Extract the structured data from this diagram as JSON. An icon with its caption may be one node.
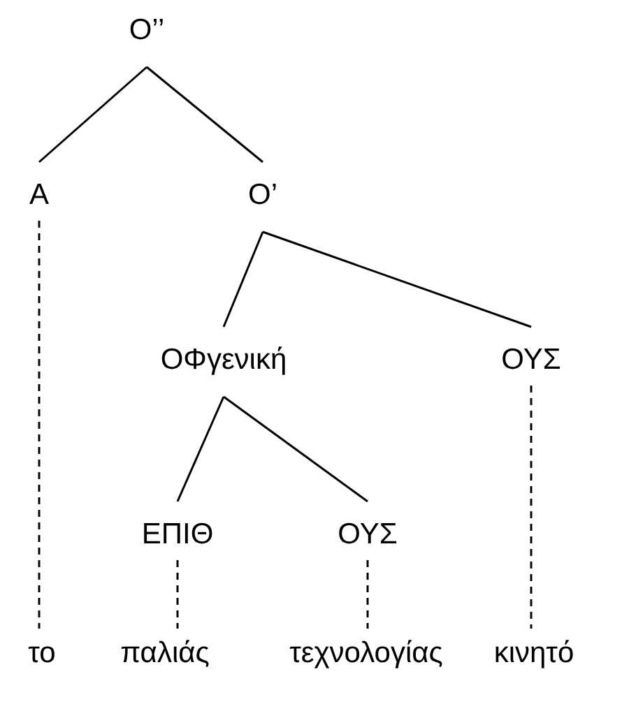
{
  "diagram": {
    "nodes": [
      {
        "text": [
          "Ο’’"
        ]
      },
      {
        "text": [
          "Α"
        ]
      },
      {
        "text": [
          "Ο’"
        ]
      },
      {
        "text": [
          "ΟΦγενική"
        ]
      },
      {
        "text": [
          "ΟΥΣ"
        ]
      },
      {
        "text": [
          "ΕΠΙΘ"
        ]
      },
      {
        "text": [
          "ΟΥΣ"
        ]
      },
      {
        "text": [
          "το"
        ]
      },
      {
        "text": [
          "παλιάς"
        ]
      },
      {
        "text": [
          "τεχνολογίας"
        ]
      },
      {
        "text": [
          "κινητό"
        ]
      }
    ],
    "edges": [
      {
        "from": 0,
        "to": 1,
        "arrow": "none"
      },
      {
        "from": 0,
        "to": 2,
        "arrow": "none"
      },
      {
        "from": 2,
        "to": 3,
        "arrow": "none"
      },
      {
        "from": 2,
        "to": 4,
        "arrow": "none"
      },
      {
        "from": 3,
        "to": 5,
        "arrow": "none"
      },
      {
        "from": 3,
        "to": 6,
        "arrow": "none"
      },
      {
        "from": 1,
        "to": 7,
        "arrow": "none",
        "style": "dashed"
      },
      {
        "from": 5,
        "to": 8,
        "arrow": "none",
        "style": "dashed"
      },
      {
        "from": 6,
        "to": 9,
        "arrow": "none",
        "style": "dashed"
      },
      {
        "from": 4,
        "to": 10,
        "arrow": "none",
        "style": "dashed"
      }
    ]
  }
}
